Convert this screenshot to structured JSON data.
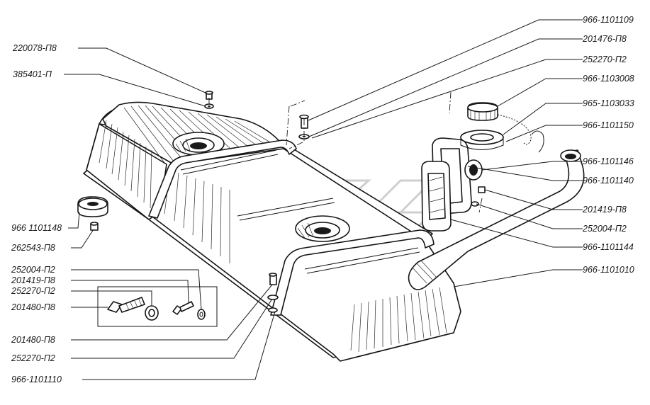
{
  "parts": [
    {
      "id": "p01",
      "code": "220078-П8"
    },
    {
      "id": "p02",
      "code": "385401-П"
    },
    {
      "id": "p03",
      "code": "966-1101109"
    },
    {
      "id": "p04",
      "code": "201476-П8"
    },
    {
      "id": "p05",
      "code": "252270-П2"
    },
    {
      "id": "p06",
      "code": "966-1103008"
    },
    {
      "id": "p07",
      "code": "965-1103033"
    },
    {
      "id": "p08",
      "code": "966-1101150"
    },
    {
      "id": "p09",
      "code": "966-1101146"
    },
    {
      "id": "p10",
      "code": "966-1101140"
    },
    {
      "id": "p11",
      "code": "201419-П8"
    },
    {
      "id": "p12",
      "code": "252004-П2"
    },
    {
      "id": "p13",
      "code": "966-1101144"
    },
    {
      "id": "p14",
      "code": "966-1101010"
    },
    {
      "id": "p15",
      "code": "966 1101148"
    },
    {
      "id": "p16",
      "code": "262543-П8"
    },
    {
      "id": "p17",
      "code": "252004-П2"
    },
    {
      "id": "p18",
      "code": "201419-П8"
    },
    {
      "id": "p19",
      "code": "252270-П2"
    },
    {
      "id": "p20",
      "code": "201480-П8"
    },
    {
      "id": "p21",
      "code": "201480-П8"
    },
    {
      "id": "p22",
      "code": "252270-П2"
    },
    {
      "id": "p23",
      "code": "966-1101110"
    }
  ],
  "colors": {
    "ink": "#1a1a1a",
    "paper": "#ffffff",
    "watermark": "#cfcfcf"
  }
}
